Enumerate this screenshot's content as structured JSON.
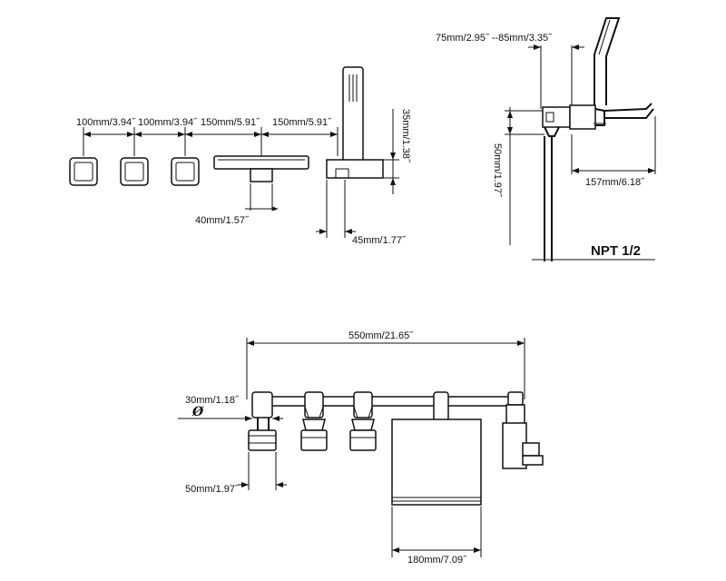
{
  "top_view": {
    "dim_spacing_1": "100mm/3.94˝",
    "dim_spacing_2": "100mm/3.94˝",
    "dim_spacing_3": "150mm/5.91˝",
    "dim_spacing_4": "150mm/5.91˝",
    "dim_spout_depth": "40mm/1.57˝",
    "dim_shower_height": "35mm/1.38˝",
    "dim_shower_depth": "45mm/1.77˝"
  },
  "side_view": {
    "dim_deck_range": "75mm/2.95˝ --85mm/3.35˝",
    "dim_body_height": "50mm/1.97˝",
    "dim_spout_reach": "157mm/6.18˝",
    "thread_label": "NPT 1/2"
  },
  "front_view": {
    "dim_total_width": "550mm/21.65˝",
    "dim_handle_diameter": "30mm/1.18˝",
    "diameter_symbol": "Ø",
    "dim_handle_height": "50mm/1.97˝",
    "dim_spout_width": "180mm/7.09˝"
  }
}
